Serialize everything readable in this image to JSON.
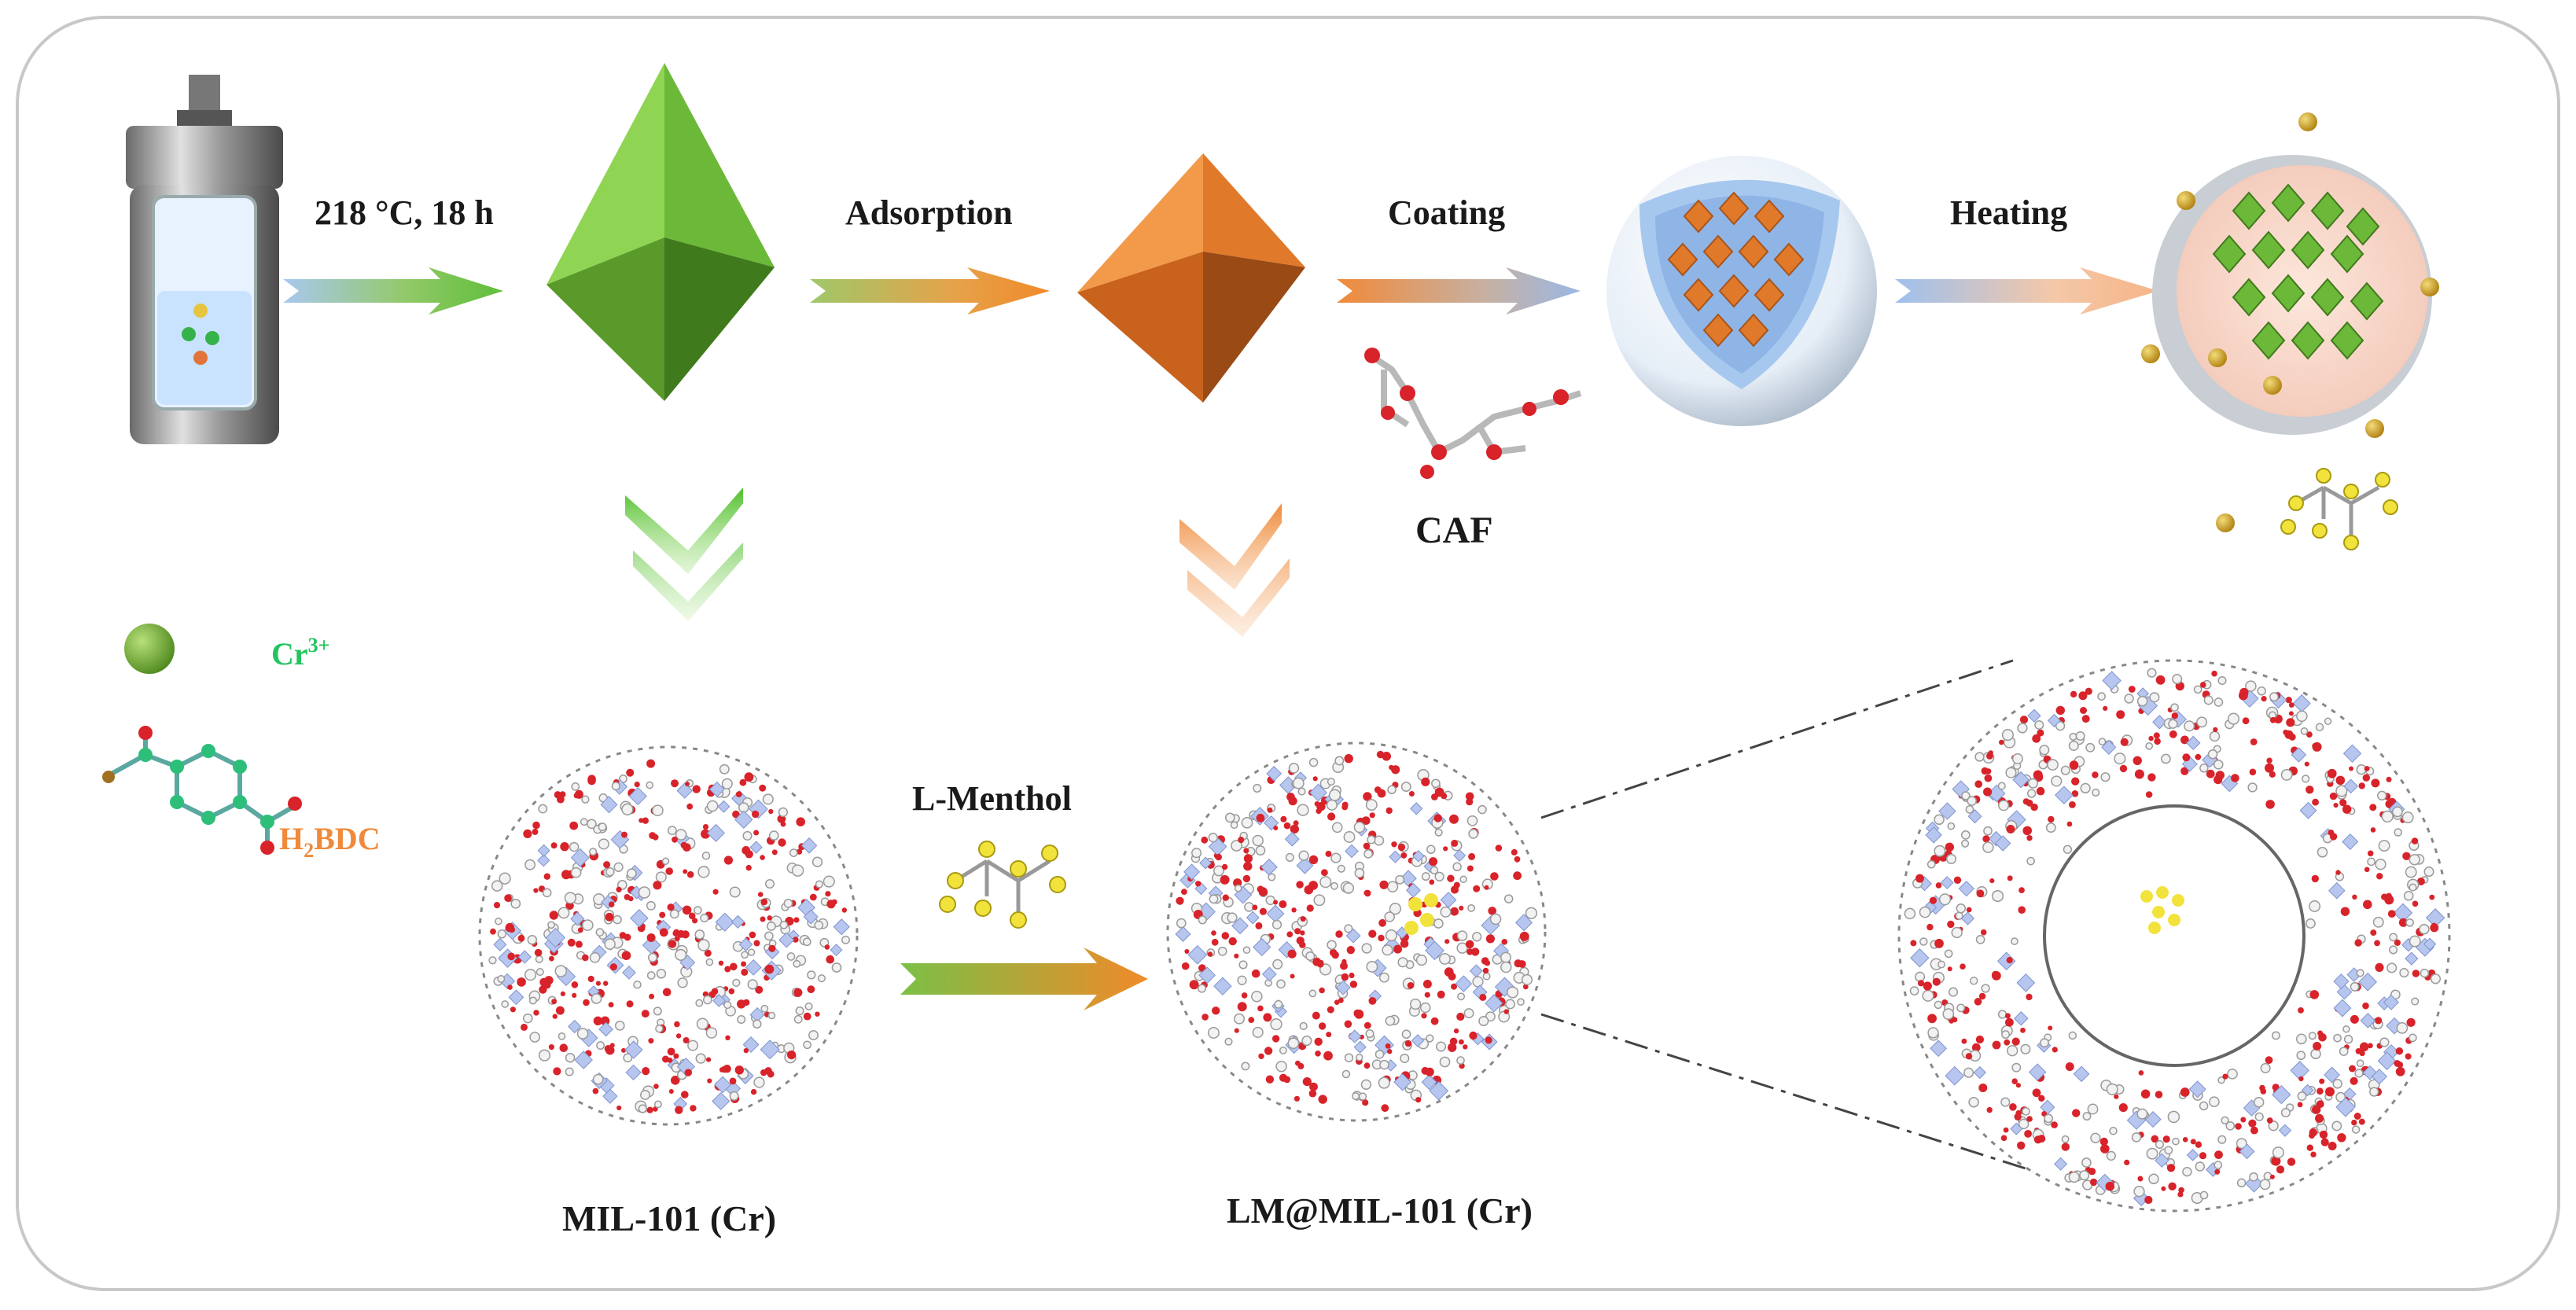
{
  "steps": {
    "synthesis": "218 °C, 18 h",
    "adsorption": "Adsorption",
    "coating": "Coating",
    "heating": "Heating",
    "loading": "L-Menthol"
  },
  "materials": {
    "caf": "CAF",
    "mof": "MIL-101 (Cr)",
    "loaded_mof": "LM@MIL-101 (Cr)"
  },
  "legend": {
    "metal_ion": {
      "base": "Cr",
      "sup": "3+",
      "color": "#22c55e"
    },
    "linker": {
      "pre": "H",
      "sub": "2",
      "post": "BDC",
      "color": "#f08a3a"
    }
  },
  "colors": {
    "mof_green": "#6aa62e",
    "mof_orange": "#e8782a",
    "frame_border": "#c8c8c8",
    "oxygen_red": "#d8232a",
    "cluster_blue": "#b7c6ee",
    "menthol_yellow": "#f2e23c",
    "gold_bead": "#d4a828"
  }
}
